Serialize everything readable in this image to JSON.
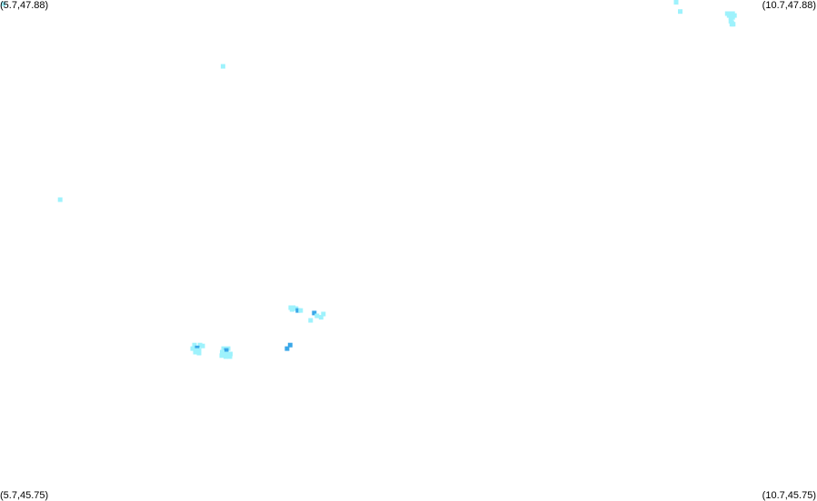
{
  "map": {
    "corners": {
      "top_left": "(5.7,47.88)",
      "top_right": "(10.7,47.88)",
      "bottom_left": "(5.7,45.75)",
      "bottom_right": "(10.7,45.75)"
    },
    "bounds": {
      "lon_min": 5.7,
      "lon_max": 10.7,
      "lat_min": 45.75,
      "lat_max": 47.88
    },
    "colors": {
      "background": "#ffffff",
      "light_cell": "#9ef2fc",
      "dark_cell": "#3aa7e8",
      "label_text": "#000000"
    },
    "cells": [
      {
        "lon": 9.838,
        "lat": 47.882,
        "level": "light"
      },
      {
        "lon": 9.863,
        "lat": 47.831,
        "level": "light"
      },
      {
        "lon": 10.151,
        "lat": 47.822,
        "level": "light"
      },
      {
        "lon": 10.162,
        "lat": 47.822,
        "level": "light"
      },
      {
        "lon": 10.173,
        "lat": 47.822,
        "level": "light"
      },
      {
        "lon": 10.184,
        "lat": 47.822,
        "level": "light"
      },
      {
        "lon": 10.162,
        "lat": 47.814,
        "level": "light"
      },
      {
        "lon": 10.173,
        "lat": 47.814,
        "level": "light"
      },
      {
        "lon": 10.184,
        "lat": 47.814,
        "level": "light"
      },
      {
        "lon": 10.195,
        "lat": 47.814,
        "level": "light"
      },
      {
        "lon": 10.173,
        "lat": 47.806,
        "level": "light"
      },
      {
        "lon": 10.184,
        "lat": 47.806,
        "level": "light"
      },
      {
        "lon": 10.173,
        "lat": 47.79,
        "level": "light"
      },
      {
        "lon": 10.179,
        "lat": 47.784,
        "level": "light"
      },
      {
        "lon": 10.179,
        "lat": 47.777,
        "level": "light"
      },
      {
        "lon": 10.187,
        "lat": 47.777,
        "level": "light"
      },
      {
        "lon": 6.068,
        "lat": 47.031,
        "level": "light"
      },
      {
        "lon": 5.72,
        "lat": 47.863,
        "level": "light"
      },
      {
        "lon": 7.065,
        "lat": 47.598,
        "level": "light"
      },
      {
        "lon": 7.479,
        "lat": 46.572,
        "level": "light"
      },
      {
        "lon": 7.495,
        "lat": 46.572,
        "level": "light"
      },
      {
        "lon": 7.512,
        "lat": 46.568,
        "level": "light"
      },
      {
        "lon": 7.487,
        "lat": 46.564,
        "level": "light"
      },
      {
        "lon": 7.523,
        "lat": 46.56,
        "level": "dark"
      },
      {
        "lon": 7.54,
        "lat": 46.56,
        "level": "light"
      },
      {
        "lon": 7.623,
        "lat": 46.549,
        "level": "dark"
      },
      {
        "lon": 7.679,
        "lat": 46.545,
        "level": "light"
      },
      {
        "lon": 7.64,
        "lat": 46.537,
        "level": "light"
      },
      {
        "lon": 7.665,
        "lat": 46.531,
        "level": "light"
      },
      {
        "lon": 7.601,
        "lat": 46.518,
        "level": "light"
      },
      {
        "lon": 6.89,
        "lat": 46.413,
        "level": "light"
      },
      {
        "lon": 6.924,
        "lat": 46.413,
        "level": "light"
      },
      {
        "lon": 6.94,
        "lat": 46.409,
        "level": "light"
      },
      {
        "lon": 6.907,
        "lat": 46.401,
        "level": "dark"
      },
      {
        "lon": 6.879,
        "lat": 46.398,
        "level": "light"
      },
      {
        "lon": 6.896,
        "lat": 46.39,
        "level": "light"
      },
      {
        "lon": 6.918,
        "lat": 46.39,
        "level": "light"
      },
      {
        "lon": 6.896,
        "lat": 46.383,
        "level": "light"
      },
      {
        "lon": 6.918,
        "lat": 46.379,
        "level": "light"
      },
      {
        "lon": 7.068,
        "lat": 46.398,
        "level": "light"
      },
      {
        "lon": 7.096,
        "lat": 46.398,
        "level": "light"
      },
      {
        "lon": 7.085,
        "lat": 46.39,
        "level": "dark"
      },
      {
        "lon": 7.06,
        "lat": 46.383,
        "level": "light"
      },
      {
        "lon": 7.082,
        "lat": 46.375,
        "level": "light"
      },
      {
        "lon": 7.11,
        "lat": 46.375,
        "level": "light"
      },
      {
        "lon": 7.057,
        "lat": 46.368,
        "level": "light"
      },
      {
        "lon": 7.082,
        "lat": 46.364,
        "level": "light"
      },
      {
        "lon": 7.107,
        "lat": 46.364,
        "level": "light"
      },
      {
        "lon": 7.476,
        "lat": 46.413,
        "level": "dark"
      },
      {
        "lon": 7.457,
        "lat": 46.398,
        "level": "dark"
      }
    ]
  }
}
